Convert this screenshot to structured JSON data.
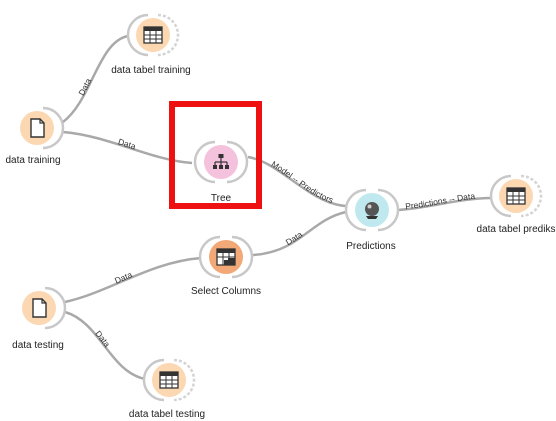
{
  "canvas": {
    "background": "#ffffff"
  },
  "colors": {
    "data_node": "#fbd8b2",
    "data_node_dark": "#f8c98f",
    "model_node": "#f5c2dd",
    "eval_node": "#bfe9ef",
    "link": "#a9a9a9",
    "arc": "#c8c8c8",
    "highlight": "#ee1111"
  },
  "nodes": {
    "data_tabel_training": {
      "label": "data tabel training",
      "icon": "table-icon"
    },
    "data_training": {
      "label": "data training",
      "icon": "file-icon"
    },
    "tree": {
      "label": "Tree",
      "icon": "tree-icon"
    },
    "predictions": {
      "label": "Predictions",
      "icon": "crystal-ball-icon"
    },
    "data_tabel_prediks": {
      "label": "data tabel prediks",
      "icon": "table-icon"
    },
    "select_columns": {
      "label": "Select Columns",
      "icon": "select-columns-icon"
    },
    "data_testing": {
      "label": "data testing",
      "icon": "file-icon"
    },
    "data_tabel_testing": {
      "label": "data tabel testing",
      "icon": "table-icon"
    }
  },
  "links": {
    "training_to_table": "Data",
    "training_to_tree": "Data",
    "tree_to_predictions": "Model -- Predictors",
    "select_to_predictions": "Data",
    "predictions_to_table": "Predictions -- Data",
    "testing_to_select": "Data",
    "testing_to_table": "Data"
  }
}
